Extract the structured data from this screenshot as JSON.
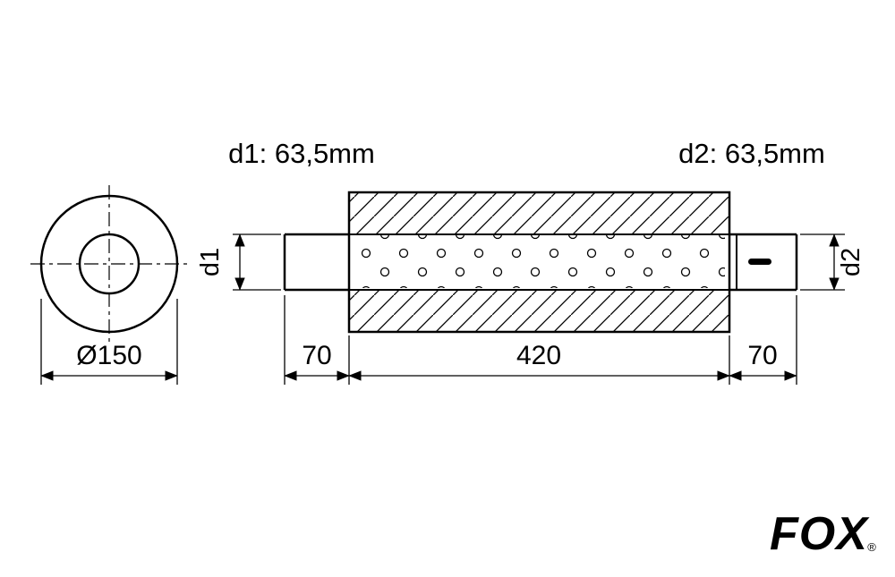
{
  "labels": {
    "d1_top": "d1: 63,5mm",
    "d2_top": "d2: 63,5mm",
    "d1_axis": "d1",
    "d2_axis": "d2",
    "diameter": "Ø150",
    "len_left": "70",
    "len_body": "420",
    "len_right": "70"
  },
  "logo": {
    "text": "FOX",
    "registered": "®",
    "color": "#1c3f92"
  },
  "colors": {
    "line": "#000000",
    "background": "#ffffff"
  }
}
